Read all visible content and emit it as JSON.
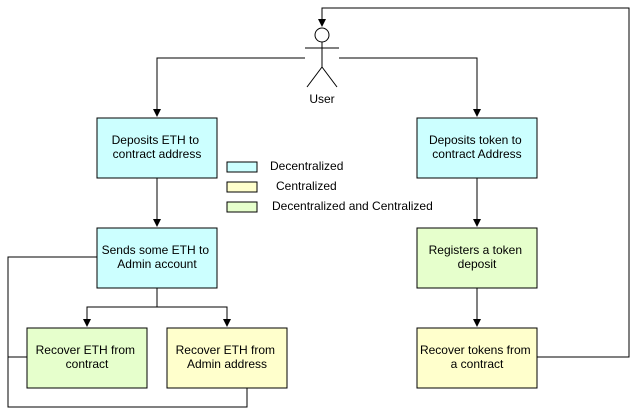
{
  "colors": {
    "decentralized": "#ccffff",
    "centralized": "#ffffcc",
    "both": "#e6ffcc",
    "stroke": "#000000"
  },
  "actor": {
    "label": "User"
  },
  "nodes": {
    "deposit_eth": {
      "line1": "Deposits ETH to",
      "line2": "contract address"
    },
    "deposit_token": {
      "line1": "Deposits token to",
      "line2": "contract Address"
    },
    "send_admin": {
      "line1": "Sends some ETH to",
      "line2": "Admin account"
    },
    "register_token": {
      "line1": "Registers a token",
      "line2": "deposit"
    },
    "recover_contract": {
      "line1": "Recover ETH from",
      "line2": "contract"
    },
    "recover_admin": {
      "line1": "Recover ETH from",
      "line2": "Admin address"
    },
    "recover_tokens": {
      "line1": "Recover tokens from",
      "line2": "a contract"
    }
  },
  "legend": {
    "decentralized": "Decentralized",
    "centralized": "Centralized",
    "both": "Decentralized and Centralized"
  }
}
